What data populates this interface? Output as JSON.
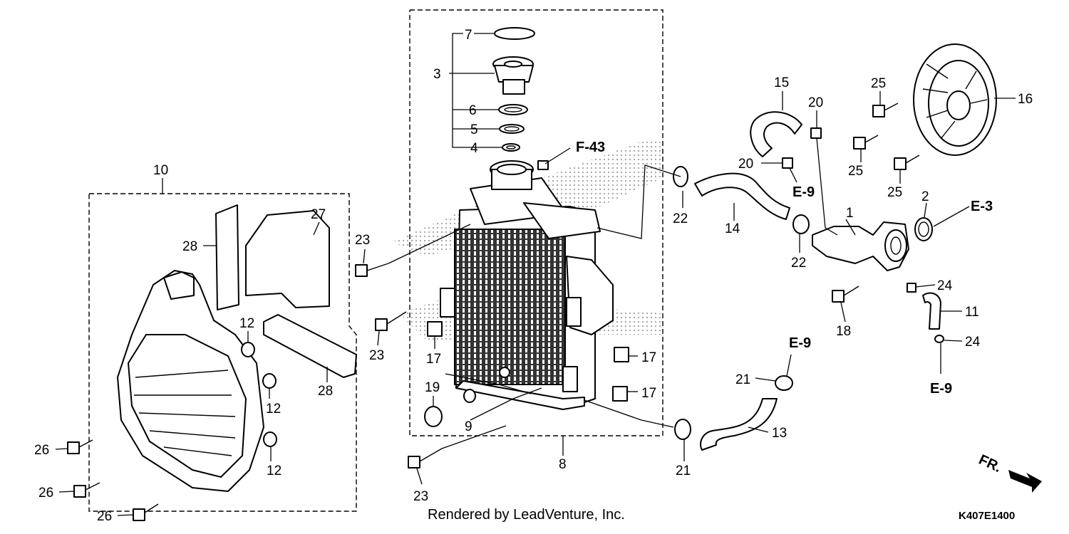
{
  "callouts": {
    "c1": "1",
    "c2": "2",
    "c3": "3",
    "c4": "4",
    "c5": "5",
    "c6": "6",
    "c7": "7",
    "c8": "8",
    "c9": "9",
    "c10": "10",
    "c11": "11",
    "c12": "12",
    "c13": "13",
    "c14": "14",
    "c15": "15",
    "c16": "16",
    "c17": "17",
    "c18": "18",
    "c19": "19",
    "c20": "20",
    "c21": "21",
    "c22": "22",
    "c23": "23",
    "c24": "24",
    "c25": "25",
    "c26": "26",
    "c27": "27",
    "c28": "28"
  },
  "references": {
    "f43": "F-43",
    "e9": "E-9",
    "e3": "E-3"
  },
  "front_marker": "FR.",
  "footer": {
    "credit": "Rendered by LeadVenture, Inc.",
    "diagram_code": "K407E1400"
  }
}
